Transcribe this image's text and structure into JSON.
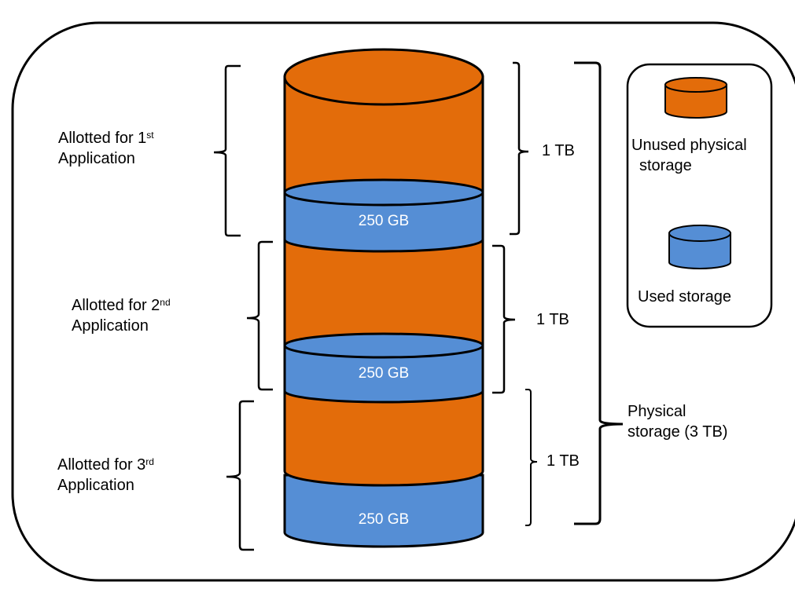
{
  "colors": {
    "unused": "#E36C0A",
    "used": "#558ED5",
    "outline": "#000000",
    "background": "#FFFFFF"
  },
  "applications": [
    {
      "label_main": "Allotted for 1",
      "label_sup": "st",
      "label_line2": "Application",
      "allotted": "1 TB",
      "used": "250 GB"
    },
    {
      "label_main": "Allotted for 2",
      "label_sup": "nd",
      "label_line2": "Application",
      "allotted": "1 TB",
      "used": "250 GB"
    },
    {
      "label_main": "Allotted for 3",
      "label_sup": "rd",
      "label_line2": "Application",
      "allotted": "1 TB",
      "used": "250 GB"
    }
  ],
  "physical_storage": {
    "line1": "Physical",
    "line2": "storage (3 TB)"
  },
  "legend": {
    "unused": {
      "line1": "Unused physical",
      "line2": "storage",
      "icon": "orange-cylinder"
    },
    "used": {
      "line1": "Used storage",
      "icon": "blue-cylinder"
    }
  }
}
